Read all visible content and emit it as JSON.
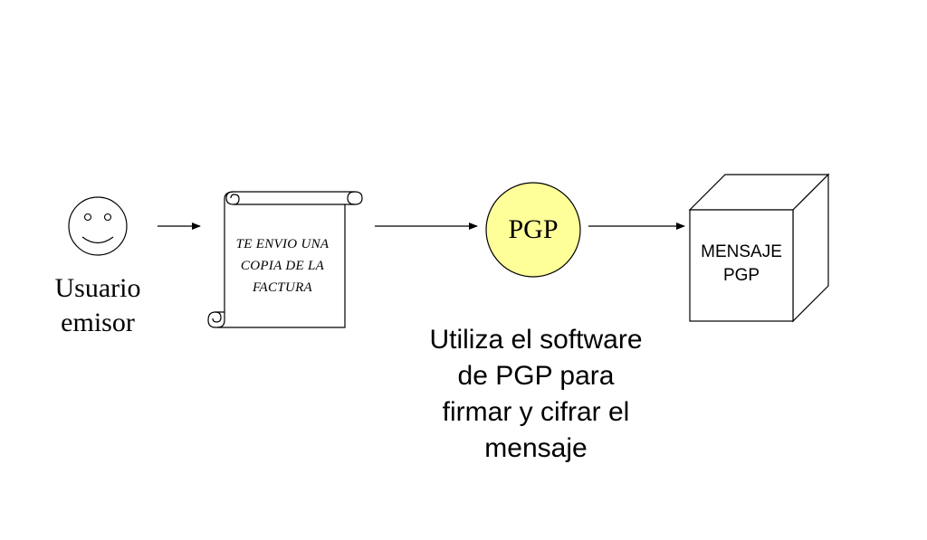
{
  "sender": {
    "icon": "smiley-face-icon",
    "label": "Usuario\nemisor"
  },
  "document": {
    "icon": "scroll-icon",
    "text": "TE ENVIO UNA\nCOPIA DE LA\nFACTURA"
  },
  "pgp_node": {
    "label": "PGP",
    "fill_color": "#ffff99"
  },
  "output": {
    "icon": "cube-icon",
    "label": "MENSAJE\nPGP"
  },
  "description": "Utiliza el software\nde PGP para\nfirmar y cifrar el\nmensaje",
  "colors": {
    "stroke": "#000000",
    "background": "#ffffff"
  }
}
